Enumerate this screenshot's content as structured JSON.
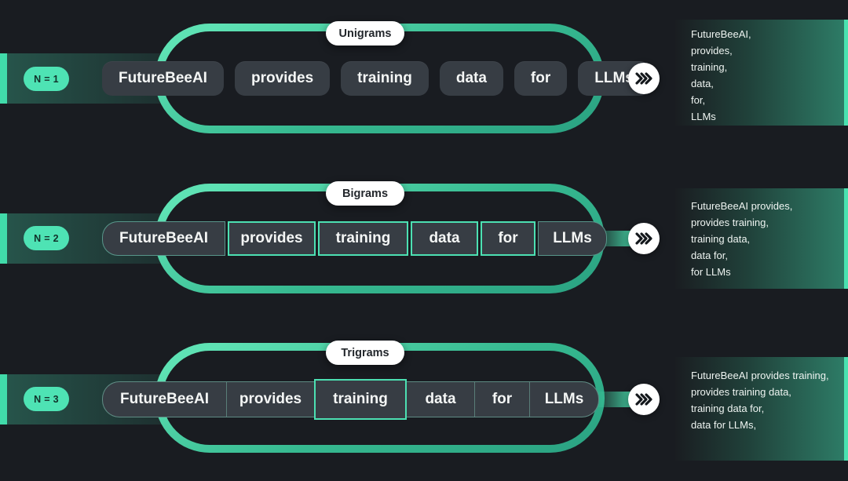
{
  "colors": {
    "background": "#191c21",
    "accent_teal": "#4ce0b2",
    "badge_fill": "#4ee3b4",
    "token_fill": "#373d44",
    "panel_teal": "#2e7e68",
    "label_pill_fill": "#ffffff"
  },
  "sections": [
    {
      "id": "unigrams",
      "badge": "N = 1",
      "label": "Unigrams",
      "tokens": [
        "FutureBeeAI",
        "provides",
        "training",
        "data",
        "for",
        "LLMs"
      ],
      "output_lines": [
        "FutureBeeAI,",
        "provides,",
        "training,",
        "data,",
        "for,",
        "LLMs"
      ]
    },
    {
      "id": "bigrams",
      "badge": "N = 2",
      "label": "Bigrams",
      "tokens": [
        "FutureBeeAI",
        "provides",
        "training",
        "data",
        "for",
        "LLMs"
      ],
      "output_lines": [
        "FutureBeeAI provides,",
        "provides training,",
        "training data,",
        "data for,",
        "for LLMs"
      ]
    },
    {
      "id": "trigrams",
      "badge": "N = 3",
      "label": "Trigrams",
      "tokens": [
        "FutureBeeAI",
        "provides",
        "training",
        "data",
        "for",
        "LLMs"
      ],
      "output_lines": [
        "FutureBeeAI provides training,",
        "provides training data,",
        "training data for,",
        "data for LLMs,"
      ]
    }
  ]
}
